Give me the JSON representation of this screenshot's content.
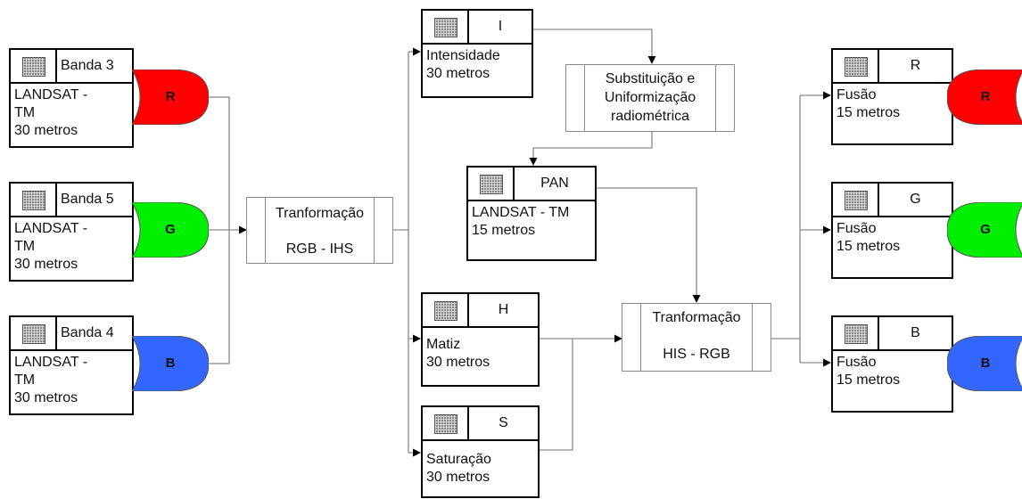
{
  "inputs": [
    {
      "band": "Banda 3",
      "body": "LANDSAT -\nTM\n30 metros",
      "channel": "R"
    },
    {
      "band": "Banda 5",
      "body": "LANDSAT -\nTM\n30 metros",
      "channel": "G"
    },
    {
      "band": "Banda 4",
      "body": "LANDSAT -\nTM\n30 metros",
      "channel": "B"
    }
  ],
  "transform1": {
    "line1": "Tranformação",
    "line2": "RGB - IHS"
  },
  "ihs": {
    "intensity": {
      "letter": "I",
      "body": "Intensidade\n30 metros"
    },
    "hue": {
      "letter": "H",
      "body": "Matiz\n30 metros"
    },
    "saturation": {
      "letter": "S",
      "body": "Saturação\n30 metros"
    }
  },
  "substitution": {
    "line1": "Substituição e",
    "line2": "Uniformização",
    "line3": "radiométrica"
  },
  "pan": {
    "title": "PAN",
    "body": "LANDSAT - TM\n15 metros"
  },
  "transform2": {
    "line1": "Tranformação",
    "line2": "HIS - RGB"
  },
  "outputs": [
    {
      "channel": "R",
      "body": "Fusão\n15 metros"
    },
    {
      "channel": "G",
      "body": "Fusão\n15 metros"
    },
    {
      "channel": "B",
      "body": "Fusão\n15 metros"
    }
  ],
  "colors": {
    "red": "#ff0000",
    "green": "#00ee00",
    "blue": "#3366ff",
    "line": "#8a8a8a",
    "border": "#000000"
  },
  "icons": {
    "raster": "raster-image-icon",
    "channel": "shield-channel-icon"
  }
}
